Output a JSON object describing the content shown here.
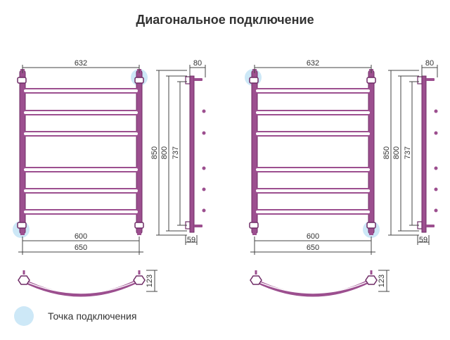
{
  "title": "Диагональное подключение",
  "colors": {
    "pipe": "#9c4f8f",
    "pipe_dark": "#6f2c66",
    "connection_point": "#cde8f7",
    "dimension_line": "#444444"
  },
  "dimensions": {
    "top_width": "632",
    "inner_width": "600",
    "outer_width": "650",
    "height_total": "850",
    "height_800": "800",
    "height_737": "737",
    "depth_top": "80",
    "depth_bottom": "59",
    "arc_depth": "123"
  },
  "legend": {
    "label": "Точка подключения"
  }
}
